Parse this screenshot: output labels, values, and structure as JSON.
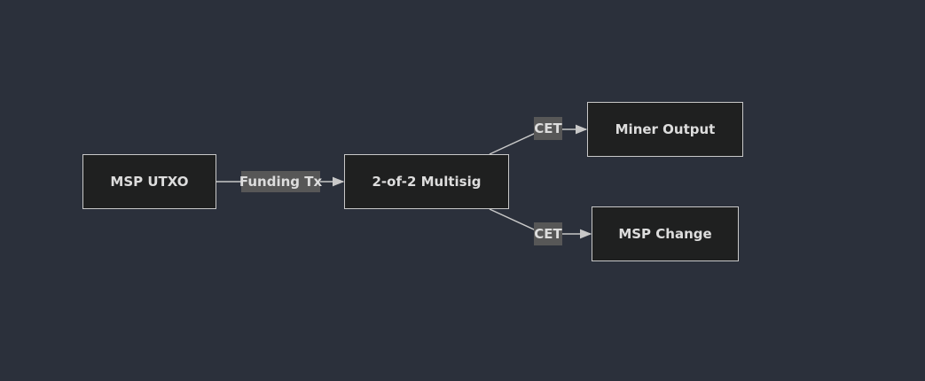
{
  "nodes": {
    "msp_utxo": "MSP UTXO",
    "multisig": "2-of-2 Multisig",
    "miner_output": "Miner Output",
    "msp_change": "MSP Change"
  },
  "edges": {
    "funding_tx": "Funding Tx",
    "cet_miner": "CET",
    "cet_change": "CET"
  },
  "colors": {
    "background": "#2b303b",
    "node_fill": "#1f2020",
    "node_border": "#c8c8c8",
    "label_fill": "#575757",
    "text": "#dddddd",
    "edge": "#c8c8c8"
  }
}
